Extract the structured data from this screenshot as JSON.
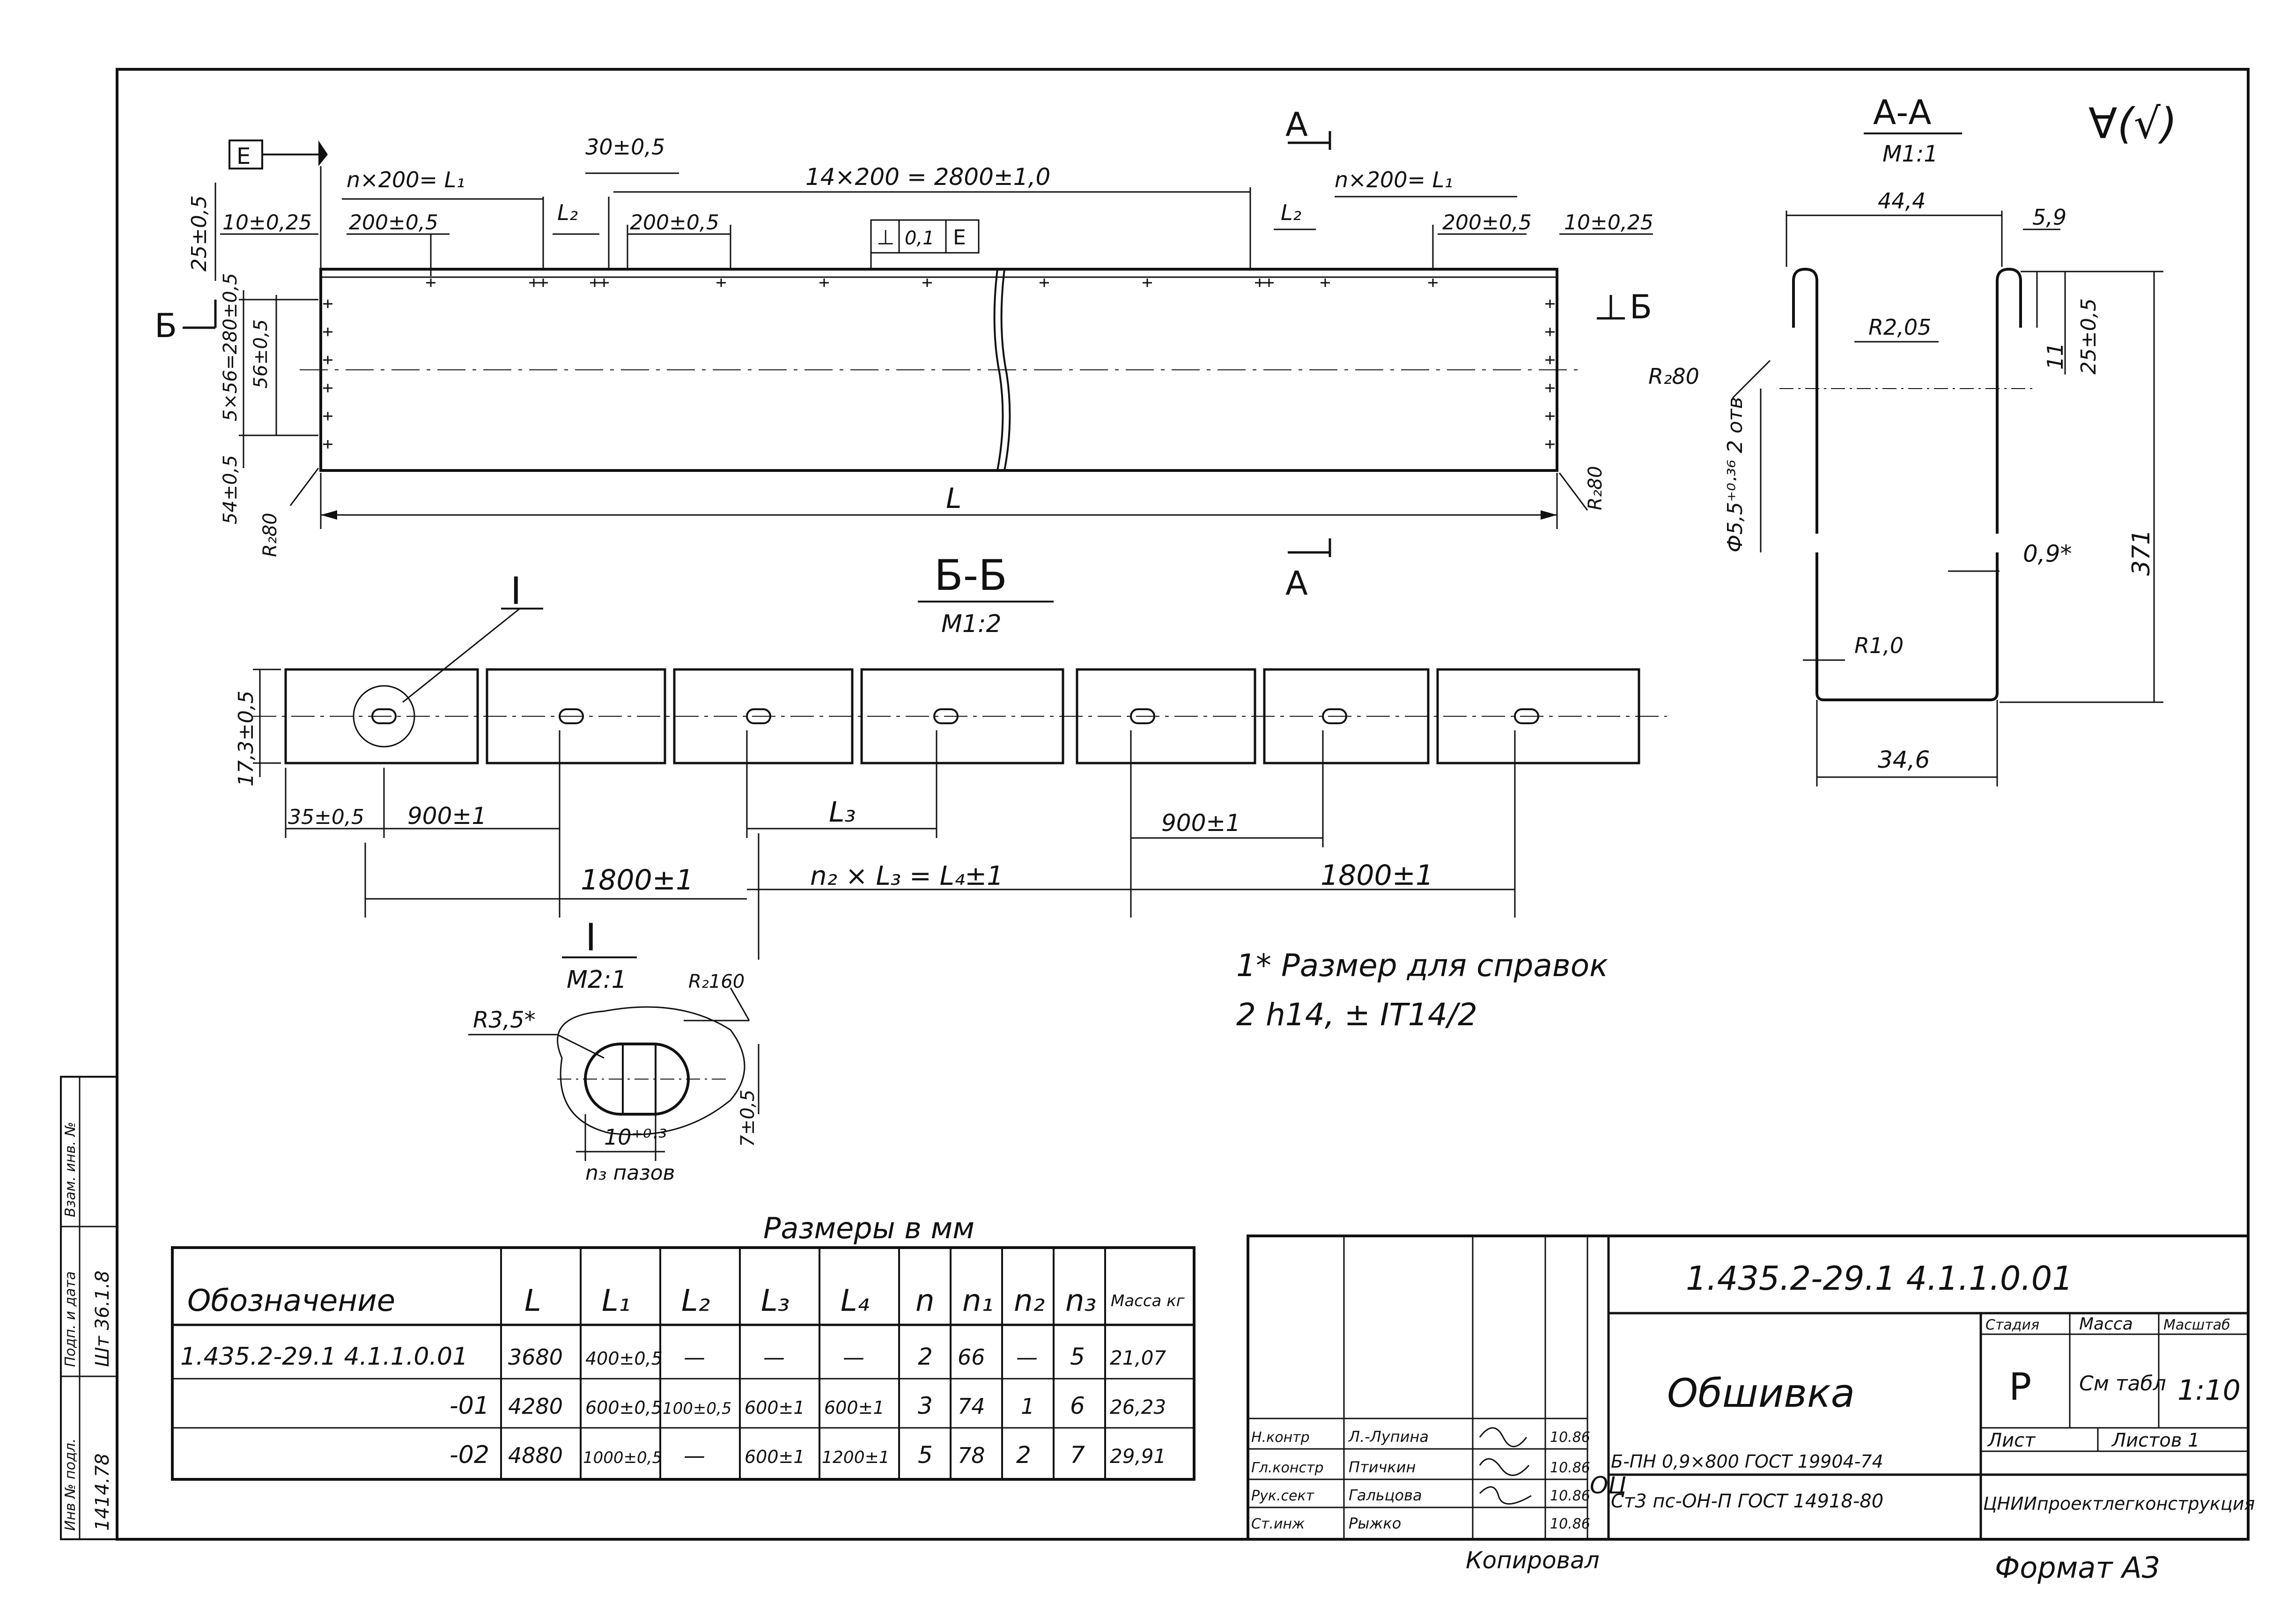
{
  "roughness": "∀(√)",
  "datum": "E",
  "top_view": {
    "dim_n200_left": "n×200= L₁",
    "dim_n200_right": "n×200= L₁",
    "dim_l2_left": "L₂",
    "dim_l2_right": "L₂",
    "dim_30": "30±0,5",
    "dim_14x200": "14×200 = 2800±1,0",
    "dim_25_left": "25±0,5",
    "dim_10_left": "10±0,25",
    "dim_200_a": "200±0,5",
    "dim_200_b": "200±0,5",
    "dim_200_c": "200±0,5",
    "dim_10_right": "10±0,25",
    "tolerance_frame": [
      "⊥",
      "0,1",
      "E"
    ],
    "dim_56": "56±0,5",
    "dim_5x56": "5×56=280±0,5",
    "dim_54": "54±0,5",
    "radius_left": "R₂80",
    "radius_right": "R₂80",
    "dim_L": "L",
    "section_mark_b": "Б",
    "section_mark_a": "А"
  },
  "section_aa": {
    "title": "А-А",
    "scale": "М1:1",
    "dim_width": "44,4",
    "dim_5_9": "5,9",
    "dim_r205": "R2,05",
    "dim_r280": "R₂80",
    "dim_11": "11",
    "dim_25": "25±0,5",
    "dim_hole": "Ф5,5⁺⁰·³⁶ 2 отв",
    "dim_371": "371",
    "dim_09": "0,9*",
    "dim_r10": "R1,0",
    "dim_bottom": "34,6"
  },
  "section_bb": {
    "title": "Б-Б",
    "scale": "М1:2",
    "callout": "I",
    "dim_height": "17,3±0,5",
    "dim_35": "35±0,5",
    "dim_900_a": "900±1",
    "dim_l3": "L₃",
    "dim_900_b": "900±1",
    "dim_1800_a": "1800±1",
    "dim_chain": "n₂ × L₃ = L₄±1",
    "dim_1800_b": "1800±1"
  },
  "detail_i": {
    "title": "I",
    "scale": "М2:1",
    "dim_r35": "R3,5*",
    "dim_r160": "R₂160",
    "dim_10": "10⁺⁰·³",
    "dim_7": "7±0,5",
    "slot_count": "n₃ пазов"
  },
  "notes": [
    "1* Размер для справок",
    "2  h14, ± IT14/2"
  ],
  "dim_table": {
    "caption": "Размеры в мм",
    "headers": [
      "Обозначение",
      "L",
      "L₁",
      "L₂",
      "L₃",
      "L₄",
      "n",
      "n₁",
      "n₂",
      "n₃",
      "Масса кг"
    ],
    "rows": [
      [
        "1.435.2-29.1  4.1.1.0.01",
        "3680",
        "400±0,5",
        "—",
        "—",
        "—",
        "2",
        "66",
        "—",
        "5",
        "21,07"
      ],
      [
        "-01",
        "4280",
        "600±0,5",
        "100±0,5",
        "600±1",
        "600±1",
        "3",
        "74",
        "1",
        "6",
        "26,23"
      ],
      [
        "-02",
        "4880",
        "1000±0,5",
        "—",
        "600±1",
        "1200±1",
        "5",
        "78",
        "2",
        "7",
        "29,91"
      ]
    ]
  },
  "title_block": {
    "doc_code": "1.435.2-29.1   4.1.1.0.01",
    "name": "Обшивка",
    "col_stage": "Стадия",
    "col_mass": "Масса",
    "col_scale": "Масштаб",
    "stage": "Р",
    "mass": "См табл",
    "scale": "1:10",
    "sheet": "Лист",
    "sheets": "Листов 1",
    "material_1": "Б-ПН 0,9×800 ГОСТ 19904-74",
    "material_2": "Ст3 пс-ОН-П ГОСТ 14918-80",
    "material_prefix": "ОЦ",
    "org": "ЦНИИпроектлегконструкция",
    "sign_roles": [
      "Н.контр",
      "Гл.констр",
      "Рук.сект",
      "Ст.инж"
    ],
    "sign_names": [
      "Л.-Лупина",
      "Птичкин",
      "Гальцова",
      "Рыжко"
    ],
    "sign_dates": [
      "10.86",
      "10.86",
      "10.86",
      "10.86"
    ]
  },
  "side_stamp": [
    "Инв № подл.",
    "Подп. и дата",
    "Взам. инв. №"
  ],
  "side_stamp_values": [
    "1414.78",
    "Шт 36.1.8"
  ],
  "footer_left": "Копировал",
  "footer_right": "Формат А3"
}
